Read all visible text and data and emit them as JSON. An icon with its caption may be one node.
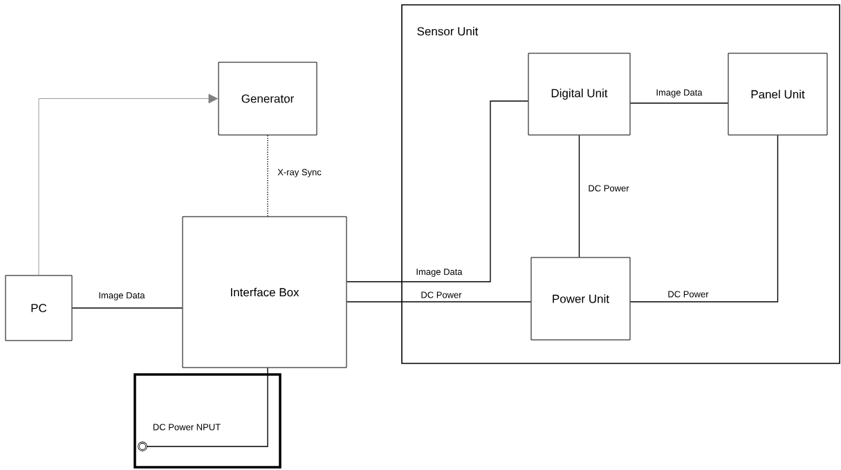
{
  "diagram": {
    "nodes": [
      {
        "text": [
          "Generator"
        ]
      },
      {
        "text": [
          "PC"
        ]
      },
      {
        "text": [
          "Interface Box"
        ]
      },
      {
        "text": [
          "DC Power NPUT"
        ]
      },
      {
        "text": [],
        "shape": "circle",
        "in": 3
      },
      {
        "text": [
          "Sensor Unit"
        ]
      },
      {
        "text": [
          "Digital Unit"
        ],
        "in": 5
      },
      {
        "text": [
          "Panel Unit"
        ],
        "in": 5
      },
      {
        "text": [
          "Power Unit"
        ],
        "in": 5
      }
    ],
    "edges": [
      {
        "from": 1,
        "to": 0,
        "arrow": "to",
        "color": "#808080"
      },
      {
        "from": 0,
        "to": 2,
        "arrow": "none",
        "label": "X-ray Sync",
        "style": "dashed"
      },
      {
        "from": 1,
        "to": 2,
        "arrow": "none",
        "label": "Image Data"
      },
      {
        "from": 2,
        "to": 6,
        "arrow": "none",
        "label": "Image Data"
      },
      {
        "from": 2,
        "to": 8,
        "arrow": "none",
        "label": "DC Power"
      },
      {
        "from": 6,
        "to": 7,
        "arrow": "none",
        "label": "Image Data"
      },
      {
        "from": 6,
        "to": 8,
        "arrow": "none",
        "label": "DC Power"
      },
      {
        "from": 8,
        "to": 7,
        "arrow": "none",
        "label": "DC Power"
      },
      {
        "from": 2,
        "to": 4,
        "arrow": "none"
      }
    ]
  }
}
